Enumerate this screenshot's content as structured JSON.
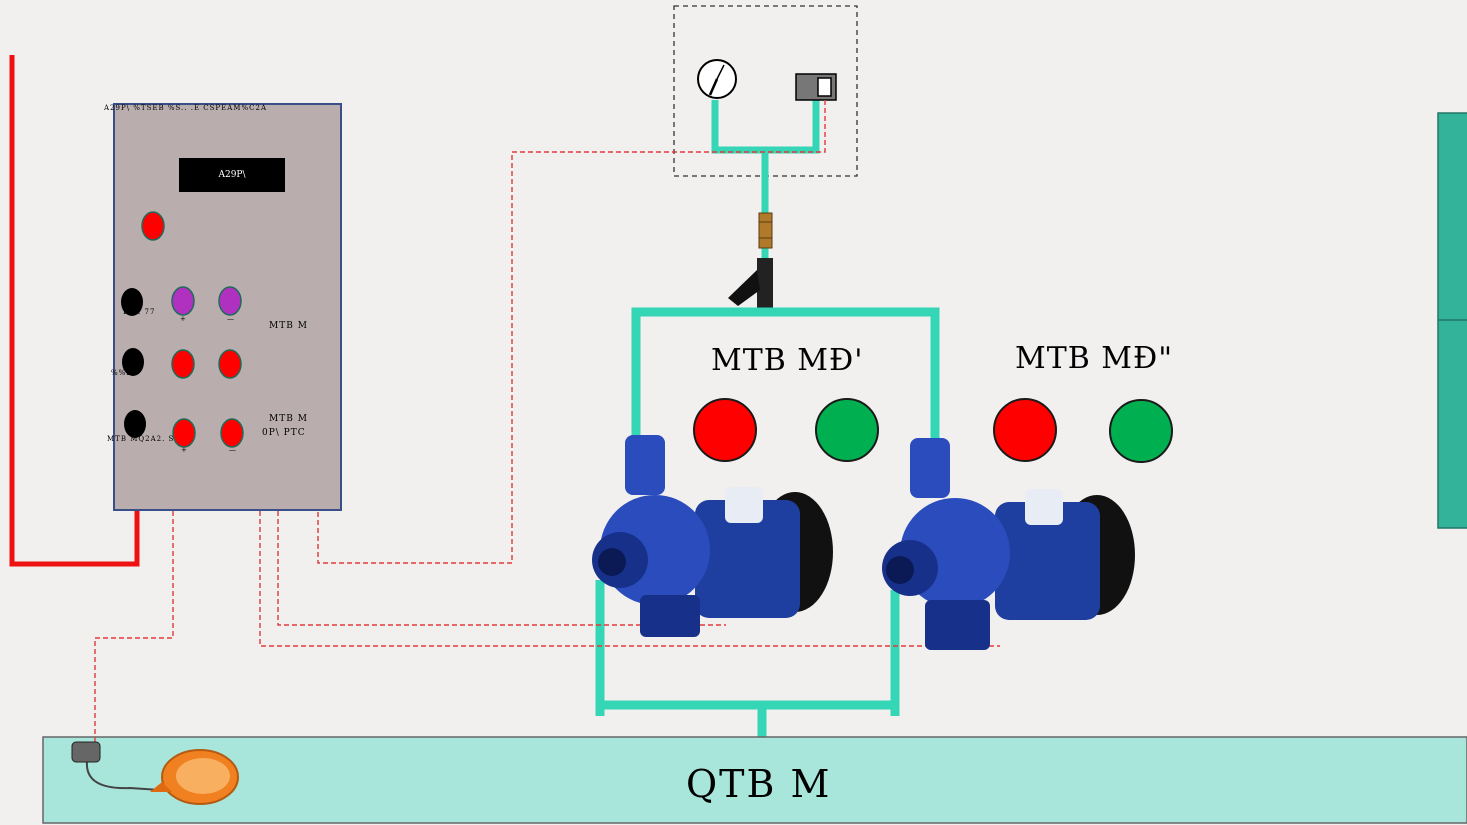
{
  "panel": {
    "header": "A29P\\ %TSEB %S.. .E CSPEAM%C2A",
    "display_text": "A29P\\",
    "row1_label": "EAE 77",
    "row2_label": "%%B",
    "row3_label": "MTB MQ2A2. S",
    "right_label_1": "MTB M",
    "right_label_2a": "MTB M",
    "right_label_2b": "0P\\ PTC",
    "sub_plus_1": "+",
    "sub_minus_1": "—",
    "sub_plus_2": "+",
    "sub_minus_2": "—"
  },
  "pump1": {
    "label": "MTB MĐ'"
  },
  "pump2": {
    "label": "MTB MĐ\""
  },
  "tank": {
    "label": "QTB M"
  },
  "colors": {
    "pipe": "#35d6b5",
    "cable": "#ee1111",
    "signal": "#e23b3b",
    "tank": "#a8e6dc",
    "panel": "#b9adae",
    "lamp_red": "#ff0000",
    "lamp_green": "#00b050",
    "lamp_purple": "#b030c0",
    "pump_blue": "#1f3fa0"
  }
}
